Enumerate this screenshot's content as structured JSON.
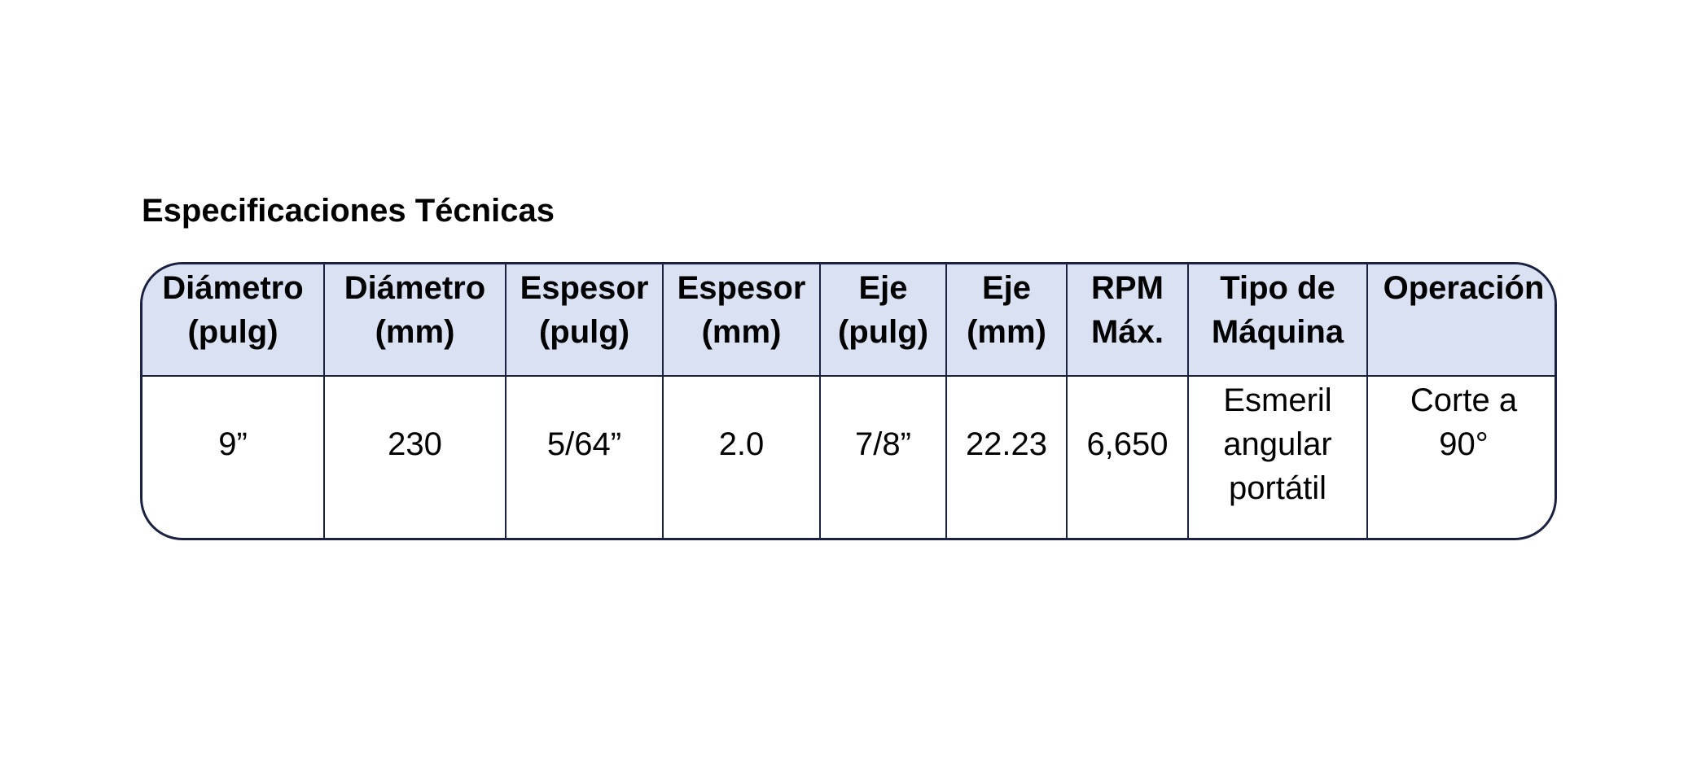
{
  "title": "Especificaciones Técnicas",
  "table": {
    "headers": [
      [
        "Diámetro",
        "(pulg)"
      ],
      [
        "Diámetro",
        "(mm)"
      ],
      [
        "Espesor",
        "(pulg)"
      ],
      [
        "Espesor",
        "(mm)"
      ],
      [
        "Eje",
        "(pulg)"
      ],
      [
        "Eje",
        "(mm)"
      ],
      [
        "RPM",
        "Máx."
      ],
      [
        "Tipo de",
        "Máquina"
      ],
      [
        "Operación"
      ]
    ],
    "row": [
      [
        "9”"
      ],
      [
        "230"
      ],
      [
        "5/64”"
      ],
      [
        "2.0"
      ],
      [
        "7/8”"
      ],
      [
        "22.23"
      ],
      [
        "6,650"
      ],
      [
        "Esmeril",
        "angular",
        "portátil"
      ],
      [
        "Corte a",
        "90°"
      ]
    ]
  },
  "colors": {
    "header_bg": "#d9e1f2",
    "border": "#1b2140"
  }
}
